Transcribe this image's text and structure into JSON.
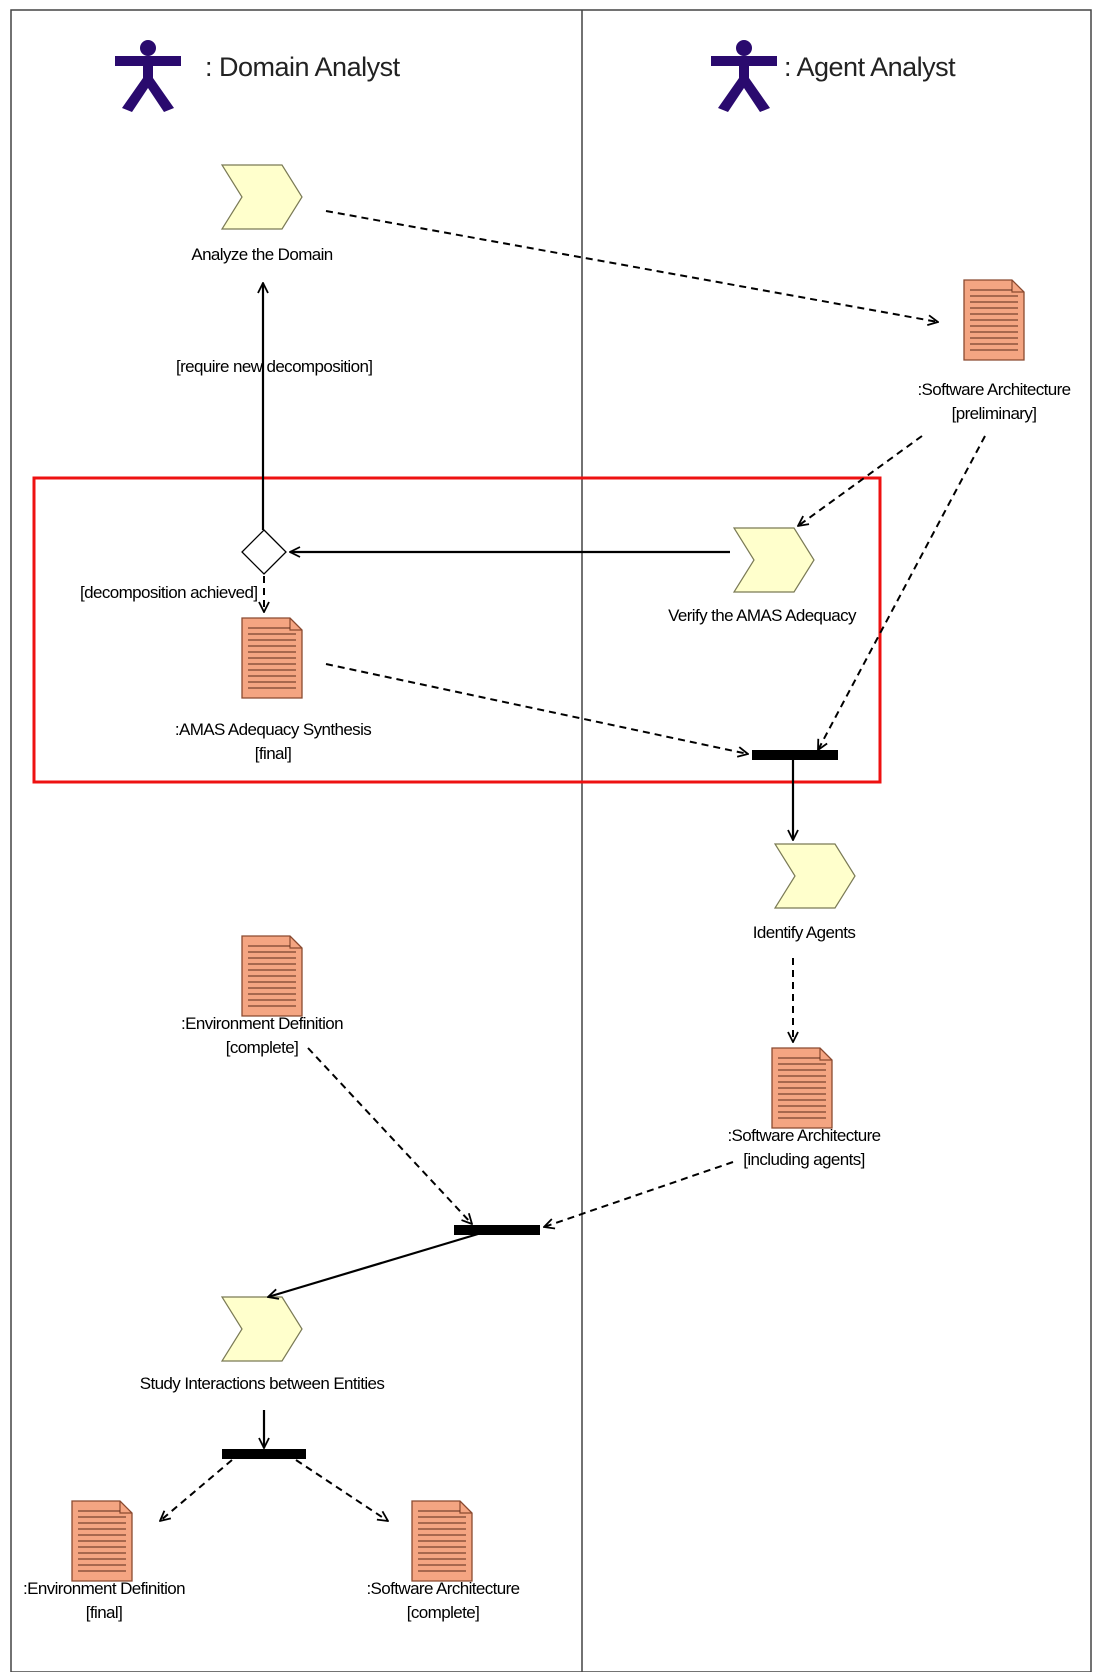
{
  "swimlanes": [
    {
      "title": ": Domain Analyst",
      "icon": "actor-icon"
    },
    {
      "title": ": Agent Analyst",
      "icon": "actor-icon"
    }
  ],
  "activities": {
    "analyze_domain": "Analyze the Domain",
    "verify_adequacy": "Verify the AMAS Adequacy",
    "identify_agents": "Identify Agents",
    "study_interactions": "Study Interactions between Entities"
  },
  "artifacts": {
    "sw_arch_preliminary": {
      "name": ":Software Architecture",
      "state": "[preliminary]"
    },
    "amas_synthesis": {
      "name": ":AMAS Adequacy Synthesis",
      "state": "[final]"
    },
    "env_def_complete": {
      "name": ":Environment Definition",
      "state": "[complete]"
    },
    "sw_arch_agents": {
      "name": ":Software Architecture",
      "state": "[including agents]"
    },
    "env_def_final": {
      "name": ":Environment Definition",
      "state": "[final]"
    },
    "sw_arch_complete": {
      "name": ":Software Architecture",
      "state": "[complete]"
    }
  },
  "guards": {
    "require_new": "[require new decomposition]",
    "achieved": "[decomposition achieved]"
  },
  "colors": {
    "actor": "#2a0a6e",
    "activity_fill": "#ffffcc",
    "artifact_fill": "#f4a582",
    "highlight": "#ee1111",
    "line": "#000000"
  }
}
